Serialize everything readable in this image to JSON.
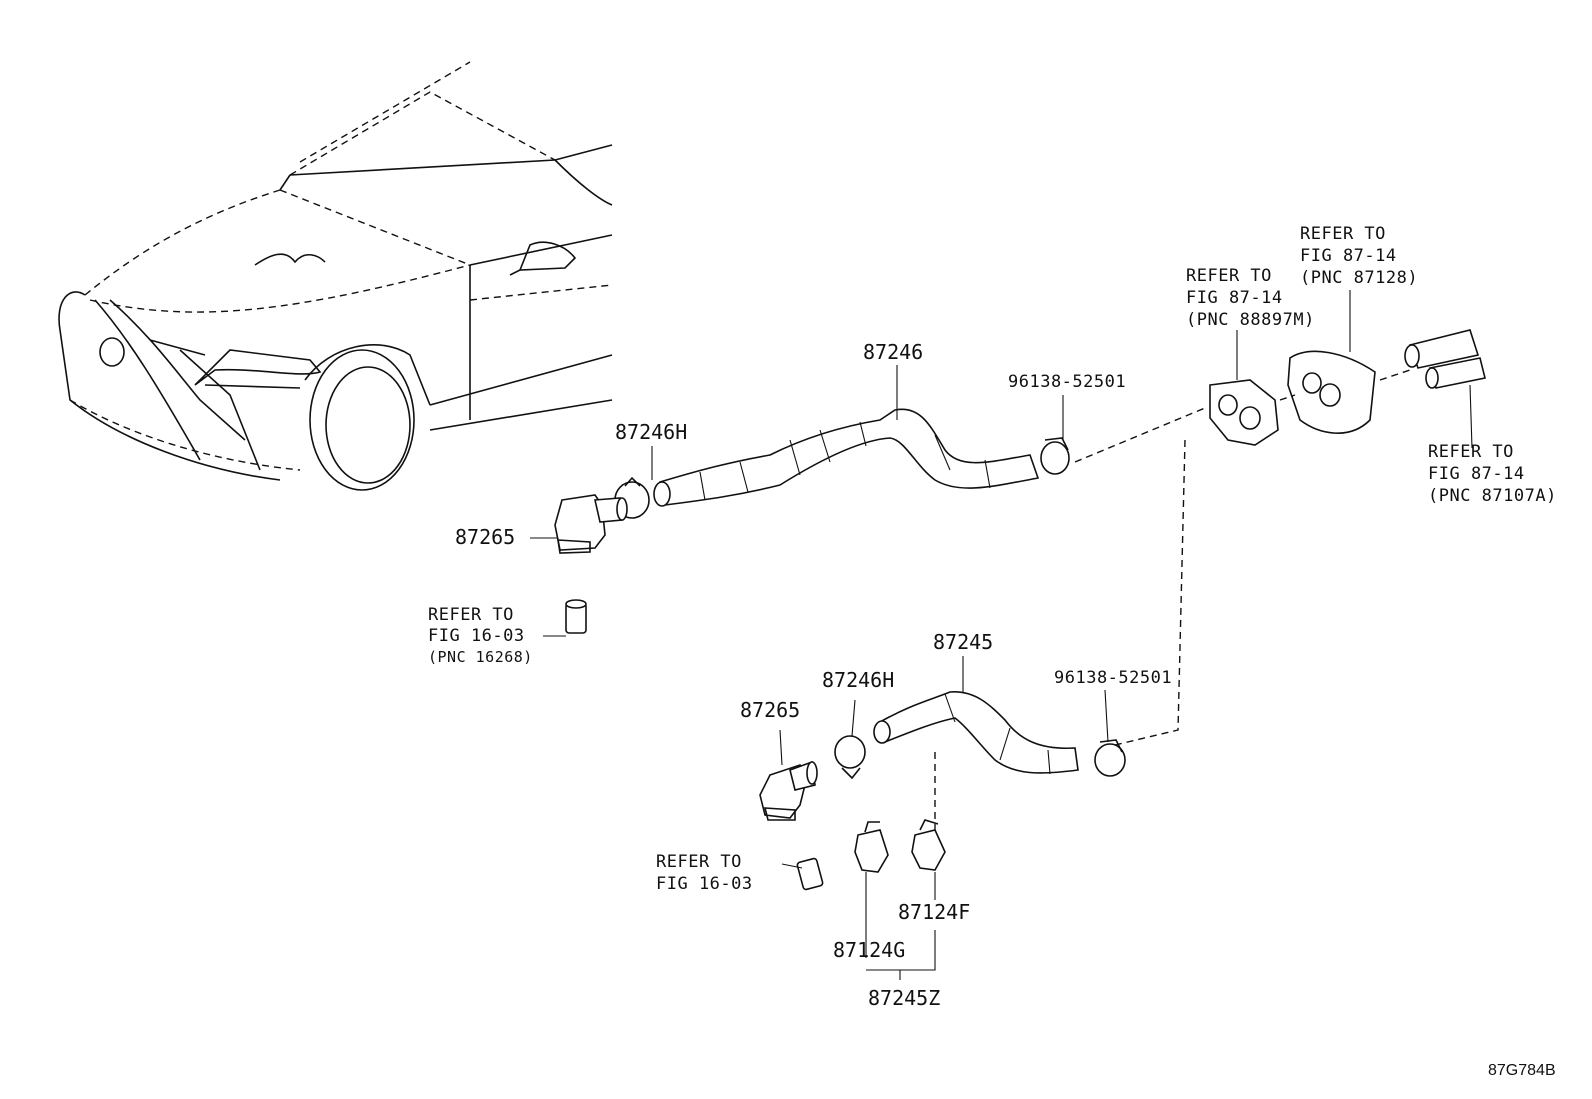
{
  "labels": {
    "hose_upper": "87246",
    "clamp_upper": "87246H",
    "valve_upper": "87265",
    "refer_1603_upper_l1": "REFER TO",
    "refer_1603_upper_l2": "FIG 16-03",
    "refer_1603_upper_l3": "(PNC 16268)",
    "clip_upper": "96138-52501",
    "refer_8714_a_l1": "REFER TO",
    "refer_8714_a_l2": "FIG 87-14",
    "refer_8714_a_l3": "(PNC 88897M)",
    "refer_8714_b_l1": "REFER TO",
    "refer_8714_b_l2": "FIG 87-14",
    "refer_8714_b_l3": "(PNC 87128)",
    "refer_8714_c_l1": "REFER TO",
    "refer_8714_c_l2": "FIG 87-14",
    "refer_8714_c_l3": "(PNC 87107A)",
    "hose_lower": "87245",
    "clamp_lower": "87246H",
    "valve_lower": "87265",
    "clip_lower": "96138-52501",
    "refer_1603_lower_l1": "REFER TO",
    "refer_1603_lower_l2": "FIG 16-03",
    "bracket_f": "87124F",
    "bracket_g": "87124G",
    "assy_z": "87245Z",
    "figure_code": "87G784B"
  }
}
